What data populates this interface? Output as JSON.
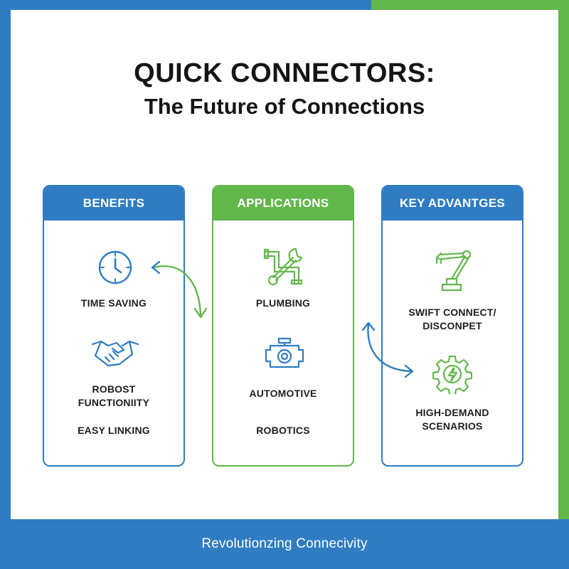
{
  "title": "QUICK CONNECTORS:",
  "subtitle": "The Future of Connections",
  "footer": "Revolutionzing Connecivity",
  "colors": {
    "blue": "#2f7cc3",
    "green": "#62b74a"
  },
  "columns": [
    {
      "header": "BENEFITS",
      "items": [
        {
          "icon": "clock-icon",
          "label": "TIME SAVING"
        },
        {
          "icon": "handshake-icon",
          "label_lines": [
            "ROBOST",
            "FUNCTIONIITY"
          ]
        },
        {
          "label": "EASY LINKING"
        }
      ]
    },
    {
      "header": "APPLICATIONS",
      "items": [
        {
          "icon": "pipe-wrench-icon",
          "label": "PLUMBING"
        },
        {
          "icon": "engine-icon",
          "label": "AUTOMOTIVE"
        },
        {
          "label": "ROBOTICS"
        }
      ]
    },
    {
      "header": "KEY ADVANTGES",
      "items": [
        {
          "icon": "robot-arm-icon",
          "label_lines": [
            "SWIFT CONNECT/",
            "DISCONPET"
          ]
        },
        {
          "icon": "gear-bolt-icon",
          "label_lines": [
            "HIGH-DEMAND",
            "SCENARIOS"
          ]
        }
      ]
    }
  ]
}
